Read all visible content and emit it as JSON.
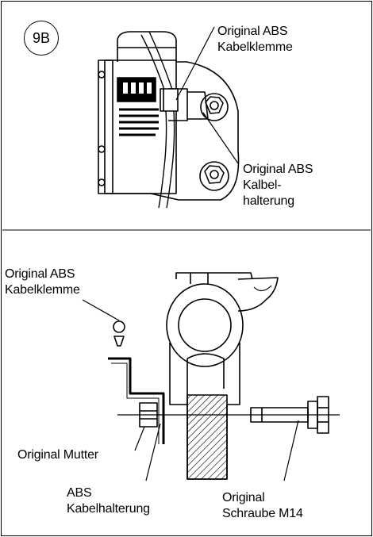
{
  "figure": {
    "badge": "9B",
    "top_labels": {
      "clamp": [
        "Original ABS",
        "Kabelklemme"
      ],
      "holder": [
        "Original ABS",
        "Kalbel-",
        "halterung"
      ]
    },
    "bottom_labels": {
      "clamp": [
        "Original ABS",
        "Kabelklemme"
      ],
      "nut": "Original Mutter",
      "holder": [
        "ABS",
        "Kabelhalterung"
      ],
      "screw": [
        "Original",
        "Schraube M14"
      ]
    }
  }
}
